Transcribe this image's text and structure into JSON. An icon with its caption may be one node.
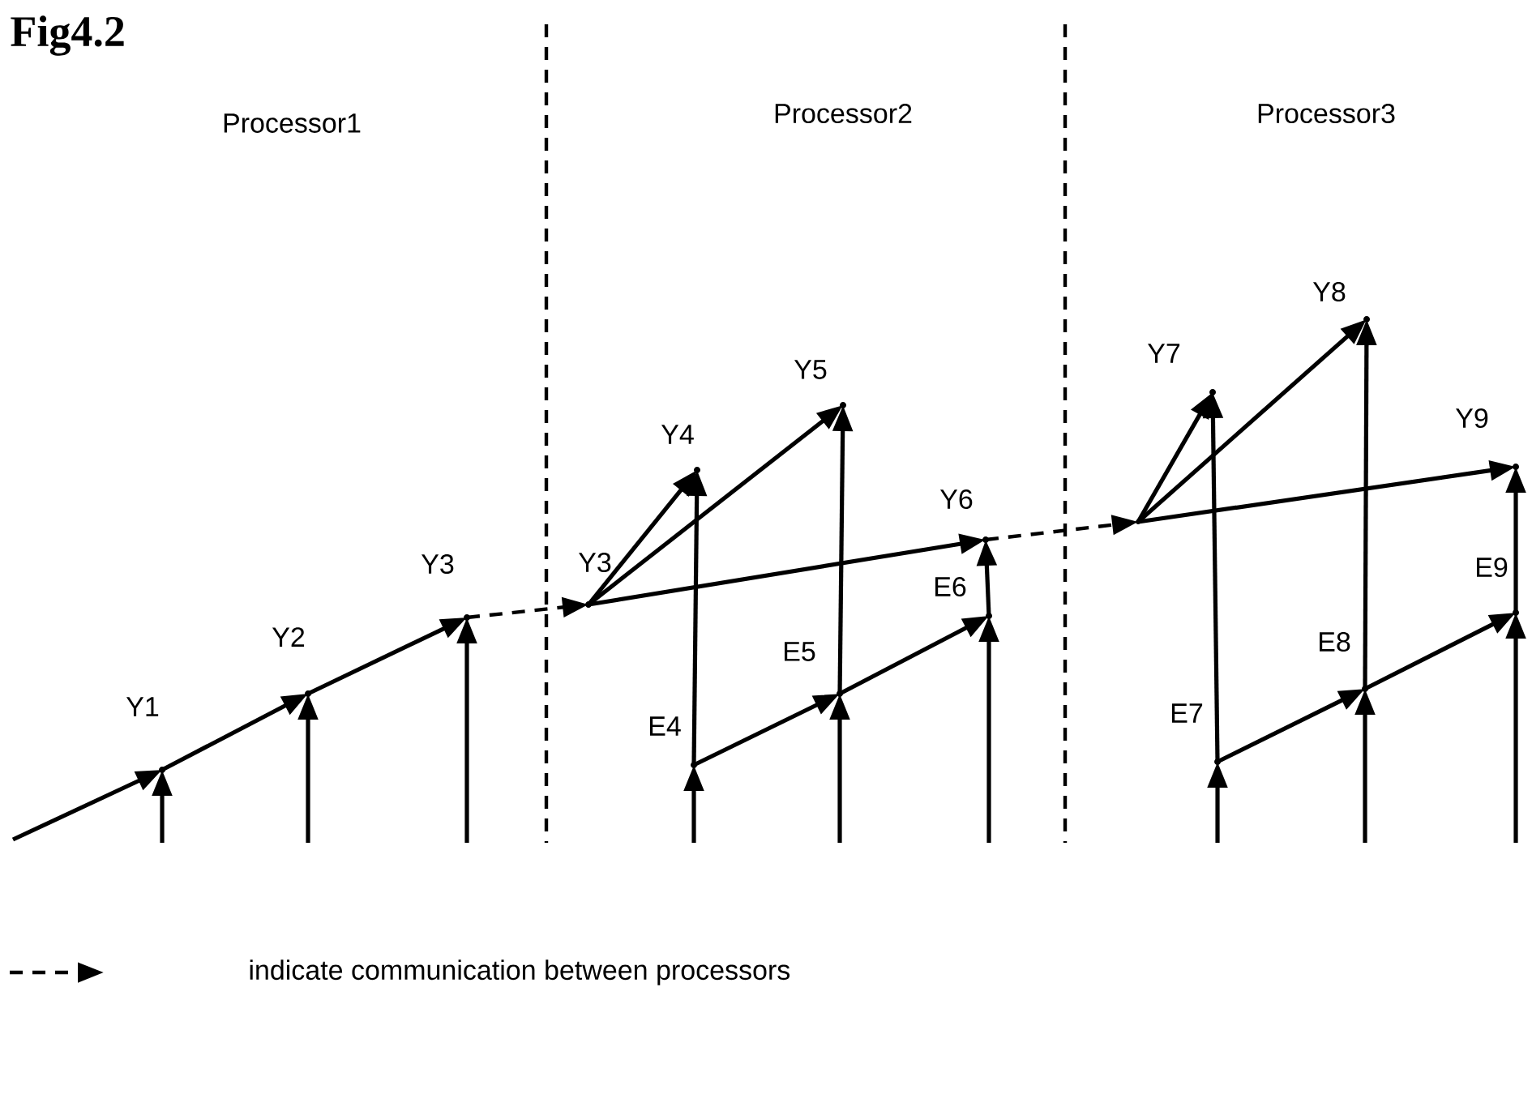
{
  "diagram": {
    "title": "Fig4.2",
    "nodes": [
      {
        "text": [
          "Y1"
        ]
      },
      {
        "text": [
          "Y2"
        ]
      },
      {
        "text": [
          "Y3"
        ]
      },
      {
        "text": [
          "Y3"
        ]
      },
      {
        "text": [
          "Y4"
        ]
      },
      {
        "text": [
          "Y5"
        ]
      },
      {
        "text": [
          "Y6"
        ]
      },
      {
        "text": [
          "E4"
        ]
      },
      {
        "text": [
          "E5"
        ]
      },
      {
        "text": [
          "E6"
        ]
      },
      {
        "text": [],
        "shape": "point"
      },
      {
        "text": [
          "Y7"
        ]
      },
      {
        "text": [
          "Y8"
        ]
      },
      {
        "text": [
          "Y9"
        ]
      },
      {
        "text": [
          "E7"
        ]
      },
      {
        "text": [
          "E8"
        ]
      },
      {
        "text": [
          "E9"
        ]
      }
    ],
    "edges": [
      {
        "from": null,
        "to": 0,
        "arrow": "to"
      },
      {
        "from": 0,
        "to": 1,
        "arrow": "to"
      },
      {
        "from": 1,
        "to": 2,
        "arrow": "to"
      },
      {
        "from": null,
        "to": 0,
        "arrow": "to"
      },
      {
        "from": null,
        "to": 1,
        "arrow": "to"
      },
      {
        "from": null,
        "to": 2,
        "arrow": "to"
      },
      {
        "from": 2,
        "to": 3,
        "arrow": "to",
        "style": "dashed"
      },
      {
        "from": 3,
        "to": 4,
        "arrow": "to"
      },
      {
        "from": 3,
        "to": 5,
        "arrow": "to"
      },
      {
        "from": 3,
        "to": 6,
        "arrow": "to"
      },
      {
        "from": null,
        "to": 7,
        "arrow": "to"
      },
      {
        "from": 7,
        "to": 4,
        "arrow": "to"
      },
      {
        "from": null,
        "to": 8,
        "arrow": "to"
      },
      {
        "from": 8,
        "to": 5,
        "arrow": "to"
      },
      {
        "from": null,
        "to": 9,
        "arrow": "to"
      },
      {
        "from": 9,
        "to": 6,
        "arrow": "to"
      },
      {
        "from": 7,
        "to": 8,
        "arrow": "to"
      },
      {
        "from": 8,
        "to": 9,
        "arrow": "to"
      },
      {
        "from": 6,
        "to": 10,
        "arrow": "to",
        "style": "dashed"
      },
      {
        "from": 10,
        "to": 11,
        "arrow": "to"
      },
      {
        "from": 10,
        "to": 12,
        "arrow": "to"
      },
      {
        "from": 10,
        "to": 13,
        "arrow": "to"
      },
      {
        "from": null,
        "to": 14,
        "arrow": "to"
      },
      {
        "from": 14,
        "to": 11,
        "arrow": "to"
      },
      {
        "from": null,
        "to": 15,
        "arrow": "to"
      },
      {
        "from": 15,
        "to": 12,
        "arrow": "to"
      },
      {
        "from": null,
        "to": 16,
        "arrow": "to"
      },
      {
        "from": 16,
        "to": 13,
        "arrow": "to"
      },
      {
        "from": 14,
        "to": 15,
        "arrow": "to"
      },
      {
        "from": 15,
        "to": 16,
        "arrow": "to"
      }
    ],
    "labels": [
      "Processor1",
      "Processor2",
      "Processor3"
    ],
    "legend": [
      {
        "text": "indicate  communication between  processors"
      }
    ]
  }
}
